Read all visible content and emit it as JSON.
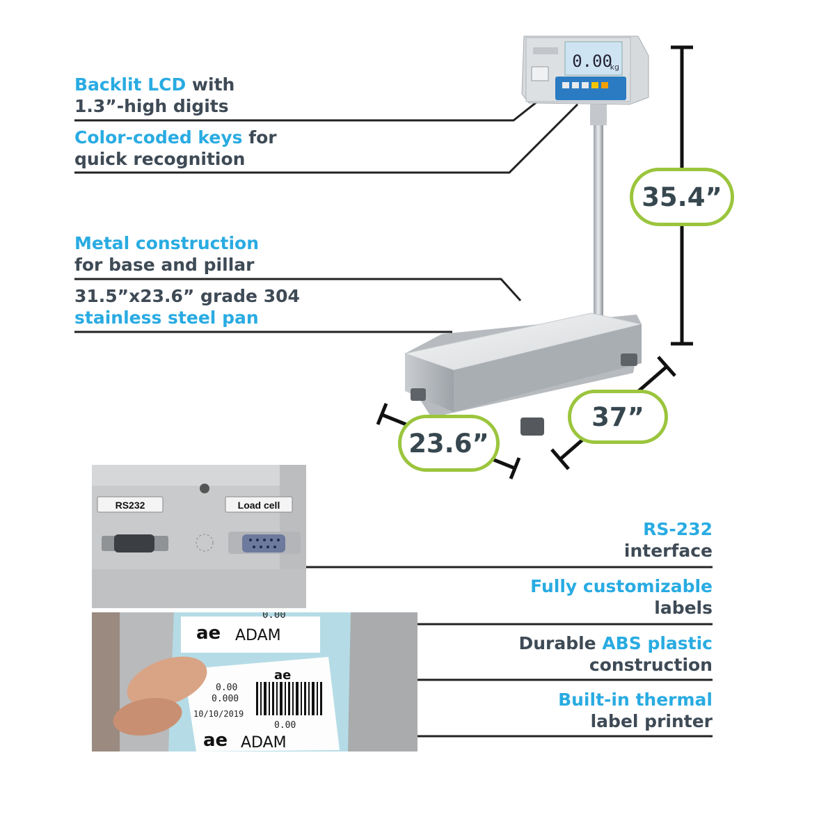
{
  "features_top": [
    {
      "highlight": "Backlit LCD",
      "rest_inline": " with",
      "line2": "1.3”-high digits"
    },
    {
      "highlight": "Color-coded keys",
      "rest_inline": " for",
      "line2": "quick recognition"
    },
    {
      "highlight": "Metal construction",
      "line2": "for base and pillar"
    },
    {
      "line1": "31.5”x23.6” grade 304",
      "highlight": "stainless steel pan"
    }
  ],
  "features_bottom": [
    {
      "highlight": "RS-232",
      "line2": "interface"
    },
    {
      "highlight": "Fully customizable",
      "line2": "labels"
    },
    {
      "plain_before": "Durable ",
      "highlight": "ABS plastic",
      "line2": "construction"
    },
    {
      "highlight": "Built-in thermal",
      "line2": "label printer"
    }
  ],
  "dimensions": {
    "height": "35.4”",
    "length": "37”",
    "width": "23.6”"
  },
  "display": {
    "reading": "0.00",
    "unit": "kg"
  },
  "ports": {
    "rs232_label": "RS232",
    "loadcell_label": "Load cell"
  },
  "label_print": {
    "brand": "ADAM",
    "value1": "0.00",
    "value2": "0.000",
    "date": "10/10/2019",
    "value3": "0.00",
    "top_value": "0.00"
  },
  "colors": {
    "highlight": "#29abe2",
    "text": "#3e4a55",
    "badge_border": "#9bc53d"
  }
}
